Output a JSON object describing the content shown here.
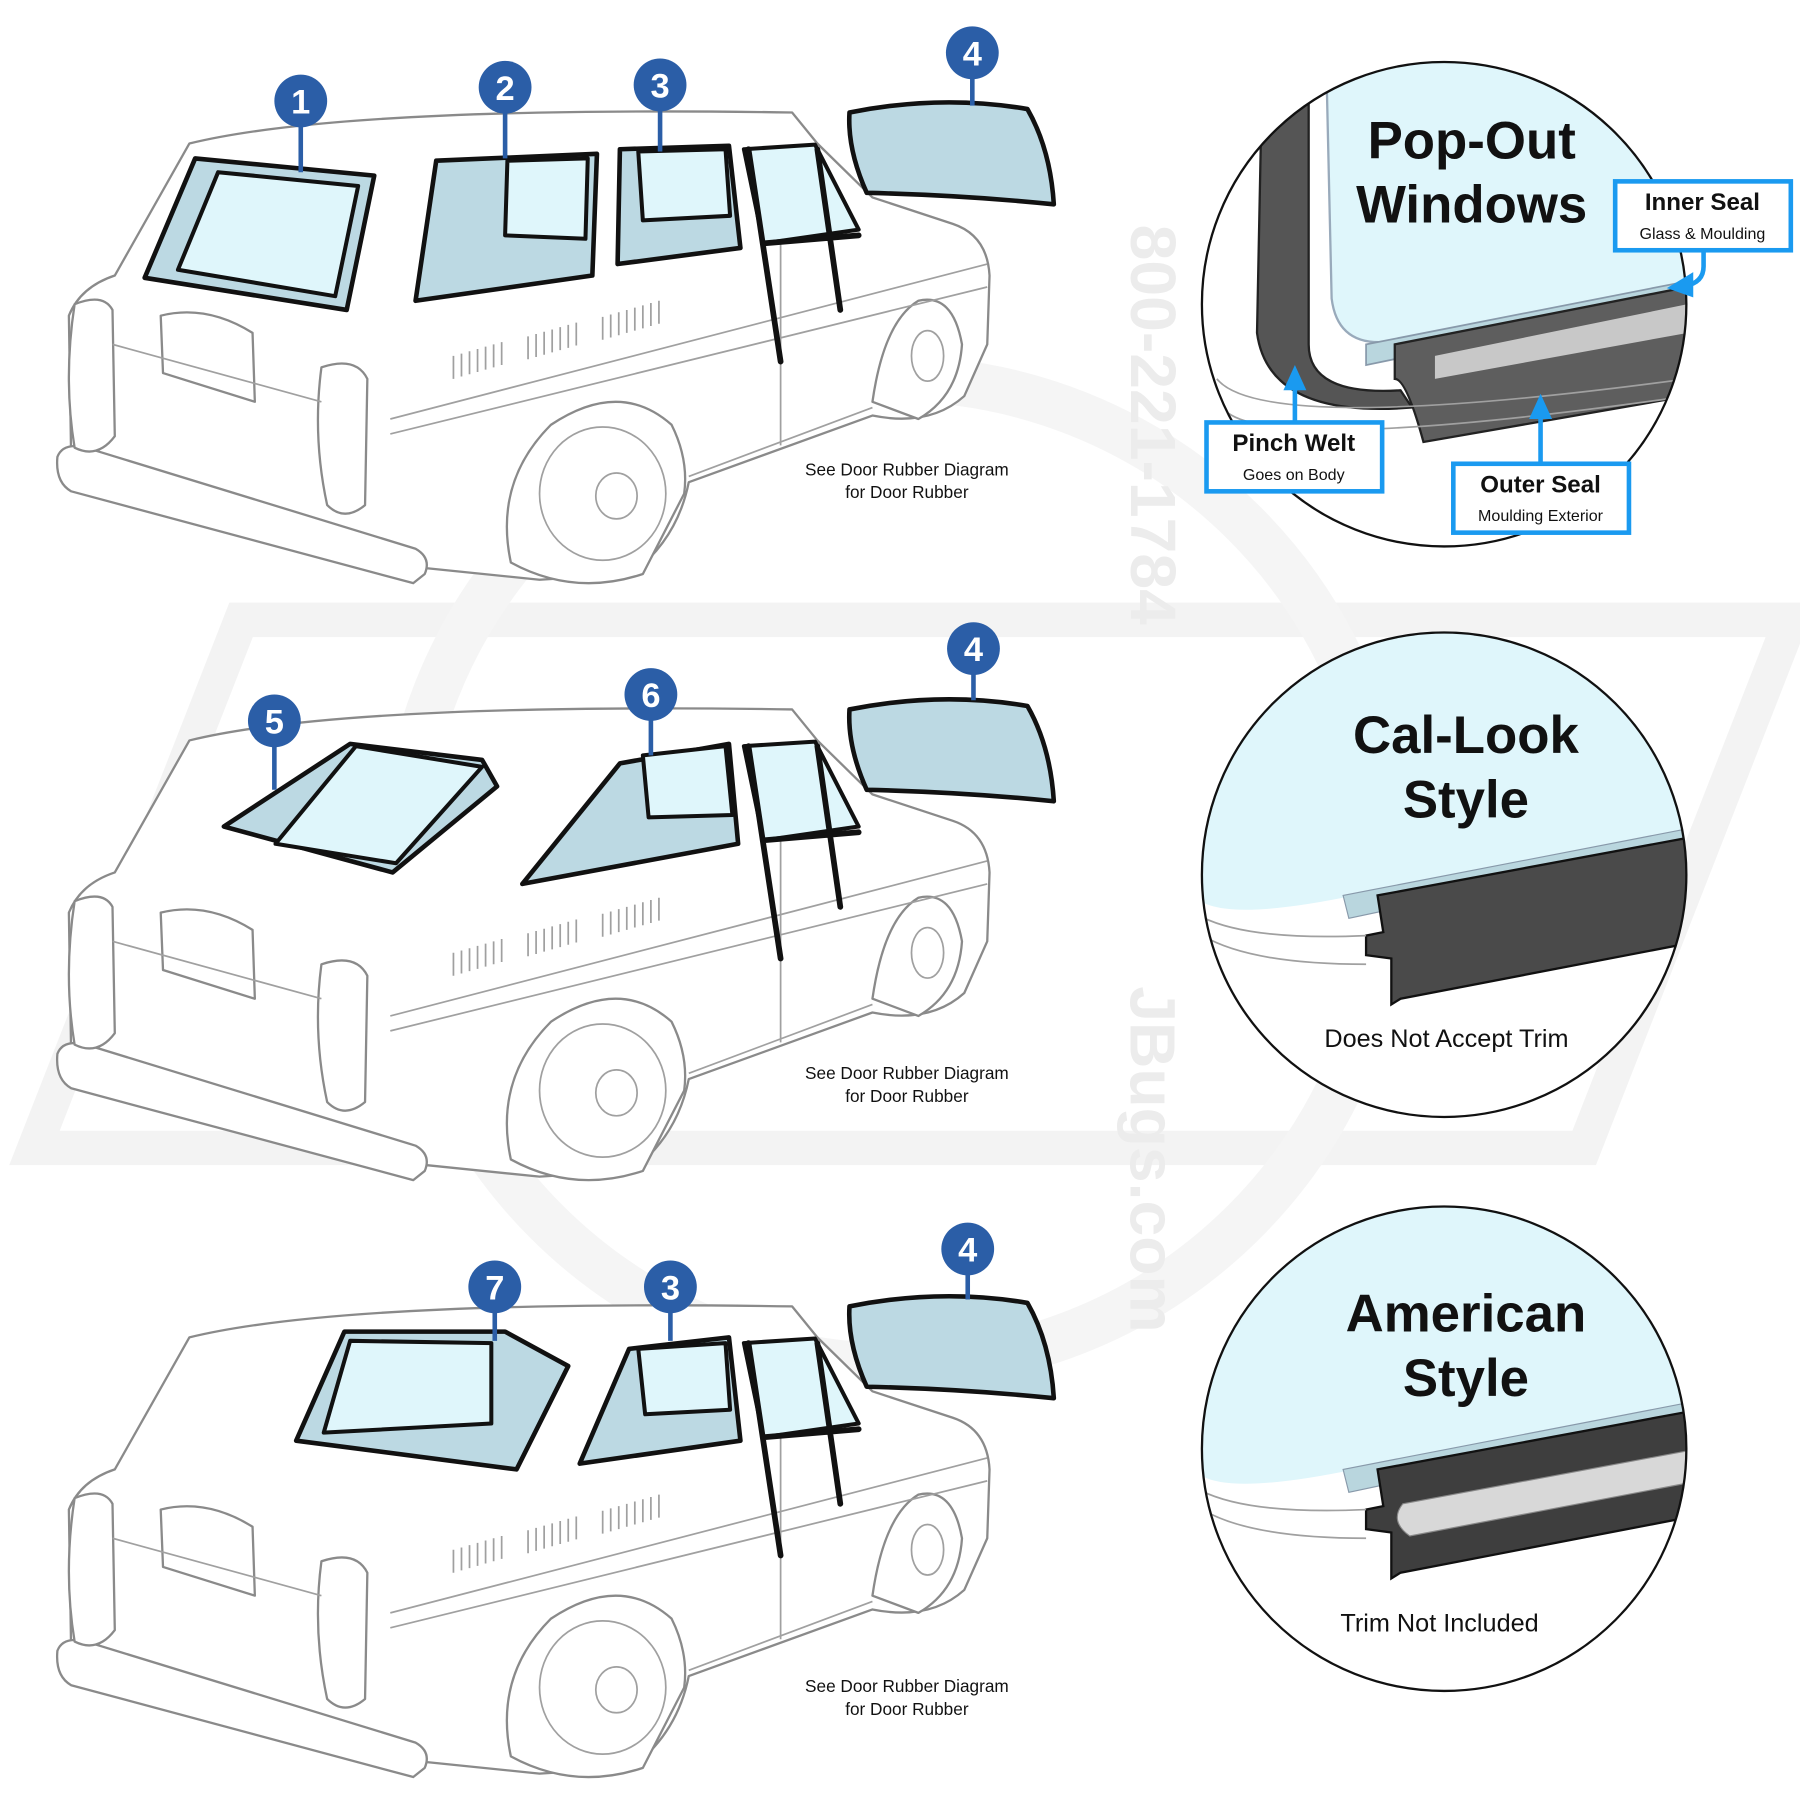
{
  "colors": {
    "badge": "#2b5ea7",
    "label_border": "#1a9af0",
    "glass": "#dff6fb",
    "seal": "#4a4a4a"
  },
  "watermark": {
    "phone": "800-221-1784",
    "site": "JBugs.com"
  },
  "rows": [
    {
      "vehicle": "squareback",
      "badges": [
        "1",
        "2",
        "3",
        "4"
      ],
      "note_line1": "See Door Rubber Diagram",
      "note_line2": "for Door Rubber"
    },
    {
      "vehicle": "fastback",
      "badges": [
        "5",
        "6",
        "4"
      ],
      "note_line1": "See Door Rubber Diagram",
      "note_line2": "for Door Rubber"
    },
    {
      "vehicle": "notchback",
      "badges": [
        "7",
        "3",
        "4"
      ],
      "note_line1": "See Door Rubber Diagram",
      "note_line2": "for Door Rubber"
    }
  ],
  "details": [
    {
      "title_line1": "Pop-Out",
      "title_line2": "Windows",
      "labels": [
        {
          "title": "Inner Seal",
          "sub": "Glass & Moulding"
        },
        {
          "title": "Pinch Welt",
          "sub": "Goes on Body"
        },
        {
          "title": "Outer Seal",
          "sub": "Moulding Exterior"
        }
      ]
    },
    {
      "title_line1": "Cal-Look",
      "title_line2": "Style",
      "caption": "Does Not Accept Trim"
    },
    {
      "title_line1": "American",
      "title_line2": "Style",
      "caption": "Trim Not Included"
    }
  ]
}
